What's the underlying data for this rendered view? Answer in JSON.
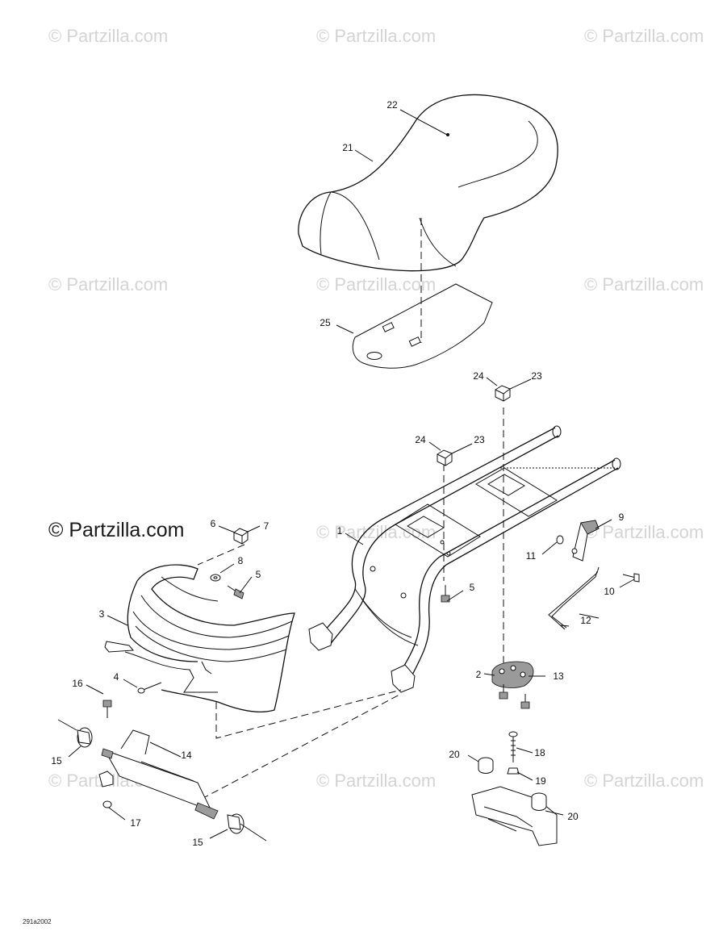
{
  "watermark": {
    "text": "© Partzilla.com"
  },
  "drawing_code": "291a2002",
  "callouts": {
    "c1": "1",
    "c2": "2",
    "c3": "3",
    "c4": "4",
    "c5a": "5",
    "c5b": "5",
    "c6": "6",
    "c7": "7",
    "c8": "8",
    "c9": "9",
    "c10": "10",
    "c11": "11",
    "c12": "12",
    "c13": "13",
    "c14": "14",
    "c15a": "15",
    "c15b": "15",
    "c16": "16",
    "c17": "17",
    "c18": "18",
    "c19": "19",
    "c20a": "20",
    "c20b": "20",
    "c21": "21",
    "c22": "22",
    "c23a": "23",
    "c23b": "23",
    "c24a": "24",
    "c24b": "24",
    "c25": "25"
  }
}
